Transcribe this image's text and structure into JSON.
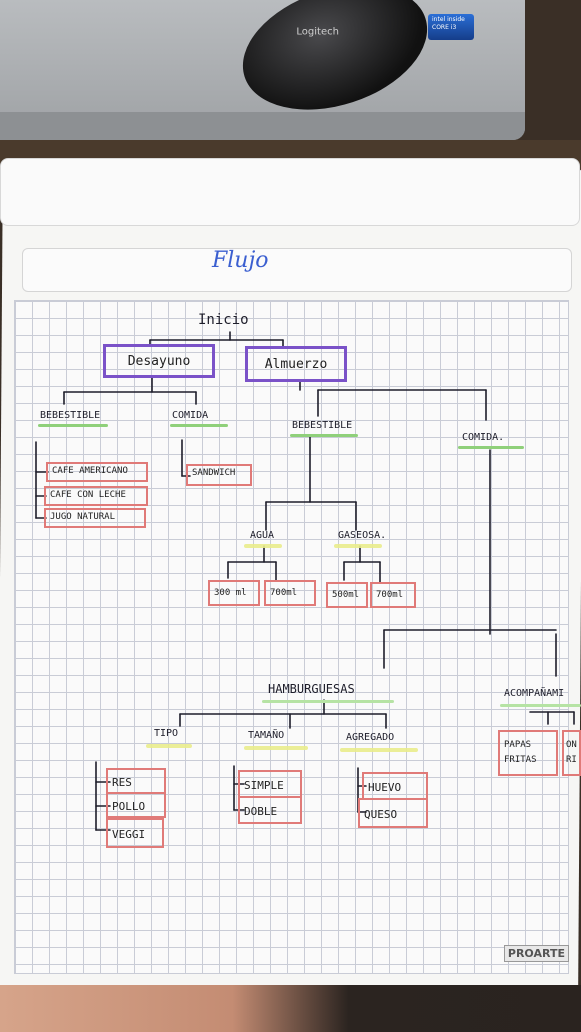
{
  "laptop": {
    "mouse_brand": "Logitech",
    "sticker_text": "intel inside CORE i3"
  },
  "page": {
    "title": "Flujo",
    "brand": "PROARTE"
  },
  "diagram": {
    "root": "Inicio",
    "desayuno": {
      "label": "Desayuno",
      "bebestible": "BEBESTIBLE",
      "bebestible_items": [
        "CAFE AMERICANO",
        "CAFE CON LECHE",
        "JUGO NATURAL"
      ],
      "comida": "COMIDA",
      "comida_items": [
        "SANDWICH"
      ]
    },
    "almuerzo": {
      "label": "Almuerzo",
      "bebestible": "BEBESTIBLE",
      "agua": "AGUA",
      "agua_items": [
        "300 ml",
        "700ml"
      ],
      "gaseosa": "GASEOSA.",
      "gaseosa_items": [
        "500ml",
        "700ml"
      ],
      "comida": "COMIDA.",
      "hamburguesas": "HAMBURGUESAS",
      "tipo": "TIPO",
      "tipo_items": [
        "RES",
        "POLLO",
        "VEGGI"
      ],
      "tamano": "TAMAÑO",
      "tamano_items": [
        "SIMPLE",
        "DOBLE"
      ],
      "agregado": "AGREGADO",
      "agregado_items": [
        "HUEVO",
        "QUESO"
      ],
      "acompanamiento": "ACOMPAÑAMI",
      "acompanamiento_items": [
        "PAPAS FRITAS",
        "ON RI"
      ]
    }
  }
}
